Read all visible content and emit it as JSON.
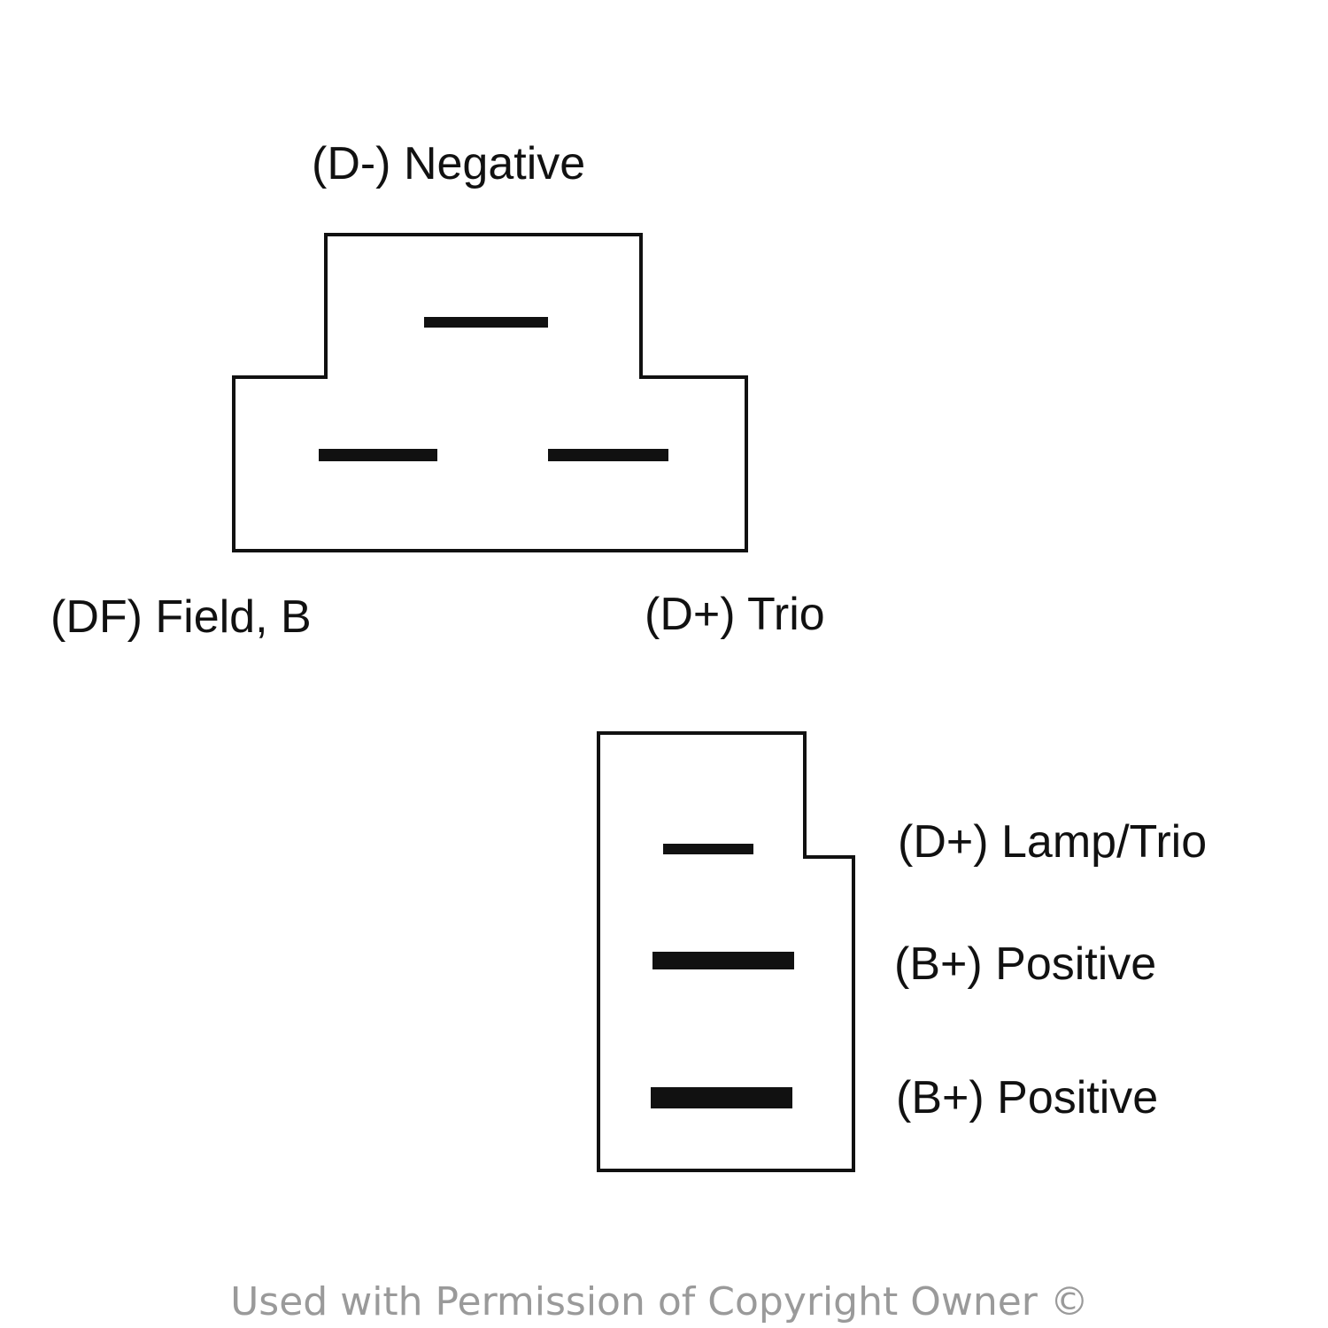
{
  "connector_top": {
    "labels": {
      "top": "(D-) Negative",
      "left": "(DF) Field, B",
      "right": "(D+) Trio"
    }
  },
  "connector_bottom": {
    "labels": {
      "pin1": "(D+) Lamp/Trio",
      "pin2": "(B+) Positive",
      "pin3": "(B+) Positive"
    }
  },
  "footer": {
    "text": "Used with Permission of Copyright Owner ©"
  },
  "colors": {
    "line": "#111111",
    "footer_text": "#9a9a9a",
    "background": "#ffffff"
  }
}
